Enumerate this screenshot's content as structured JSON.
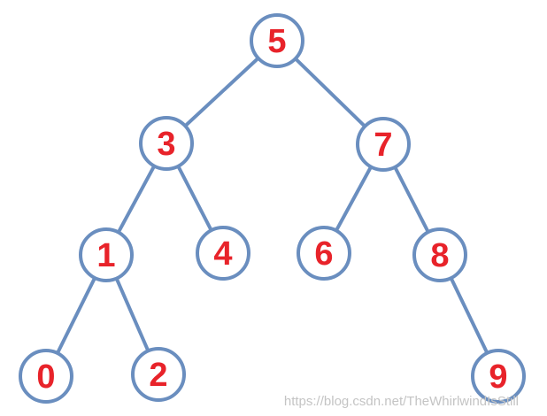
{
  "tree": {
    "nodes": [
      {
        "id": "n5",
        "label": "5"
      },
      {
        "id": "n3",
        "label": "3"
      },
      {
        "id": "n7",
        "label": "7"
      },
      {
        "id": "n1",
        "label": "1"
      },
      {
        "id": "n4",
        "label": "4"
      },
      {
        "id": "n6",
        "label": "6"
      },
      {
        "id": "n8",
        "label": "8"
      },
      {
        "id": "n0",
        "label": "0"
      },
      {
        "id": "n2",
        "label": "2"
      },
      {
        "id": "n9",
        "label": "9"
      }
    ],
    "edges": [
      {
        "from": "n5",
        "to": "n3"
      },
      {
        "from": "n5",
        "to": "n7"
      },
      {
        "from": "n3",
        "to": "n1"
      },
      {
        "from": "n3",
        "to": "n4"
      },
      {
        "from": "n7",
        "to": "n6"
      },
      {
        "from": "n7",
        "to": "n8"
      },
      {
        "from": "n1",
        "to": "n0"
      },
      {
        "from": "n1",
        "to": "n2"
      },
      {
        "from": "n8",
        "to": "n9"
      }
    ],
    "colors": {
      "edge": "#6a8ebf",
      "node_border": "#6a8ebf",
      "label": "#e8232a"
    }
  },
  "watermark": "https://blog.csdn.net/TheWhirlwindIsStill"
}
